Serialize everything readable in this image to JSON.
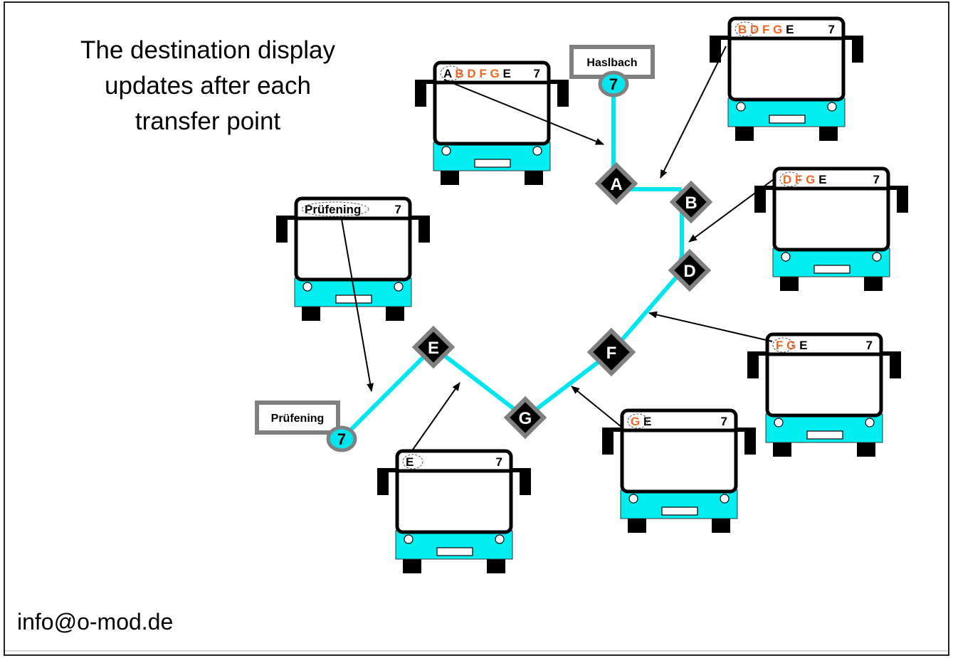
{
  "title": "The destination display updates after each transfer point",
  "title_lines": [
    "The destination display",
    "updates after each",
    "transfer point"
  ],
  "footer": {
    "email": "info@o-mod.de"
  },
  "colors": {
    "route": "#00e5ee",
    "highlight": "#f26522",
    "node_fill": "#000000",
    "node_border": "#808080",
    "bus_body": "#00eef0"
  },
  "route_number": "7",
  "terminals": [
    {
      "id": "haslbach",
      "label": "Haslbach",
      "route": "7"
    },
    {
      "id": "pruefening",
      "label": "Prüfening",
      "route": "7"
    }
  ],
  "transfer_points": [
    "A",
    "B",
    "D",
    "F",
    "G",
    "E"
  ],
  "buses": [
    {
      "id": "bus-at-start",
      "display": [
        {
          "t": "A",
          "hl": false,
          "circled": true
        },
        {
          "t": "B",
          "hl": true
        },
        {
          "t": "D",
          "hl": true
        },
        {
          "t": "F",
          "hl": true
        },
        {
          "t": "G",
          "hl": true
        },
        {
          "t": "E",
          "hl": false
        }
      ],
      "route": "7",
      "points_to": "A"
    },
    {
      "id": "bus-after-a",
      "display": [
        {
          "t": "B",
          "hl": true,
          "circled": true
        },
        {
          "t": "D",
          "hl": true
        },
        {
          "t": "F",
          "hl": true
        },
        {
          "t": "G",
          "hl": true
        },
        {
          "t": "E",
          "hl": false
        }
      ],
      "route": "7",
      "points_to": "A-B"
    },
    {
      "id": "bus-after-b",
      "display": [
        {
          "t": "D",
          "hl": true,
          "circled": true
        },
        {
          "t": "F",
          "hl": true
        },
        {
          "t": "G",
          "hl": true
        },
        {
          "t": "E",
          "hl": false
        }
      ],
      "route": "7",
      "points_to": "B-D"
    },
    {
      "id": "bus-after-d",
      "display": [
        {
          "t": "F",
          "hl": true,
          "circled": true
        },
        {
          "t": "G",
          "hl": true
        },
        {
          "t": "E",
          "hl": false
        }
      ],
      "route": "7",
      "points_to": "D-F"
    },
    {
      "id": "bus-after-f",
      "display": [
        {
          "t": "G",
          "hl": true,
          "circled": true
        },
        {
          "t": "E",
          "hl": false
        }
      ],
      "route": "7",
      "points_to": "F-G"
    },
    {
      "id": "bus-after-g",
      "display": [
        {
          "t": "E",
          "hl": false,
          "circled": true
        }
      ],
      "route": "7",
      "points_to": "G-E"
    },
    {
      "id": "bus-after-e",
      "display": [
        {
          "t": "Prüfening",
          "hl": false,
          "circled": true
        }
      ],
      "route": "7",
      "points_to": "E-Prüfening"
    }
  ]
}
